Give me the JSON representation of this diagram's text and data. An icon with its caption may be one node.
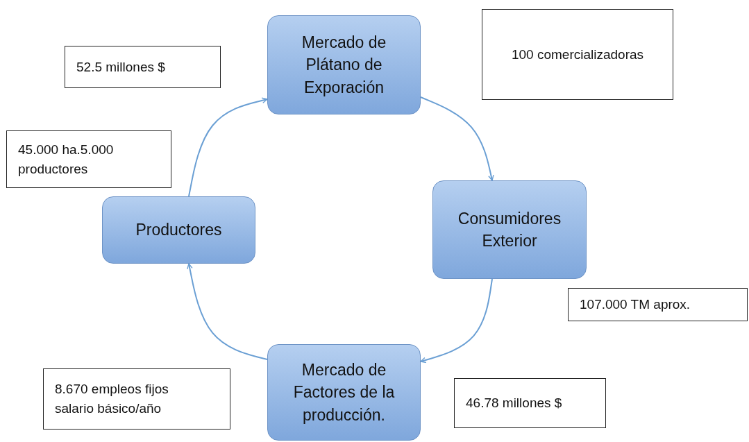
{
  "diagram": {
    "nodes": [
      {
        "text": [
          "Mercado de Plátano de Exporación"
        ]
      },
      {
        "text": [
          "Consumidores Exterior"
        ]
      },
      {
        "text": [
          "Mercado de Factores de la producción."
        ]
      },
      {
        "text": [
          "Productores"
        ]
      },
      {
        "text": [
          "52.5 millones $"
        ]
      },
      {
        "text": [
          "100 comercializadoras"
        ]
      },
      {
        "text": [
          "45.000 ha.5.000 productores"
        ]
      },
      {
        "text": [
          "107.000 TM aprox."
        ]
      },
      {
        "text": [
          "8.670 empleos fijos salario básico/año"
        ]
      },
      {
        "text": [
          "46.78 millones $"
        ]
      }
    ],
    "edges": [
      {
        "from": 0,
        "to": 1,
        "arrow": "to"
      },
      {
        "from": 1,
        "to": 2,
        "arrow": "to"
      },
      {
        "from": 2,
        "to": 3,
        "arrow": "to"
      },
      {
        "from": 3,
        "to": 0,
        "arrow": "to"
      }
    ]
  }
}
